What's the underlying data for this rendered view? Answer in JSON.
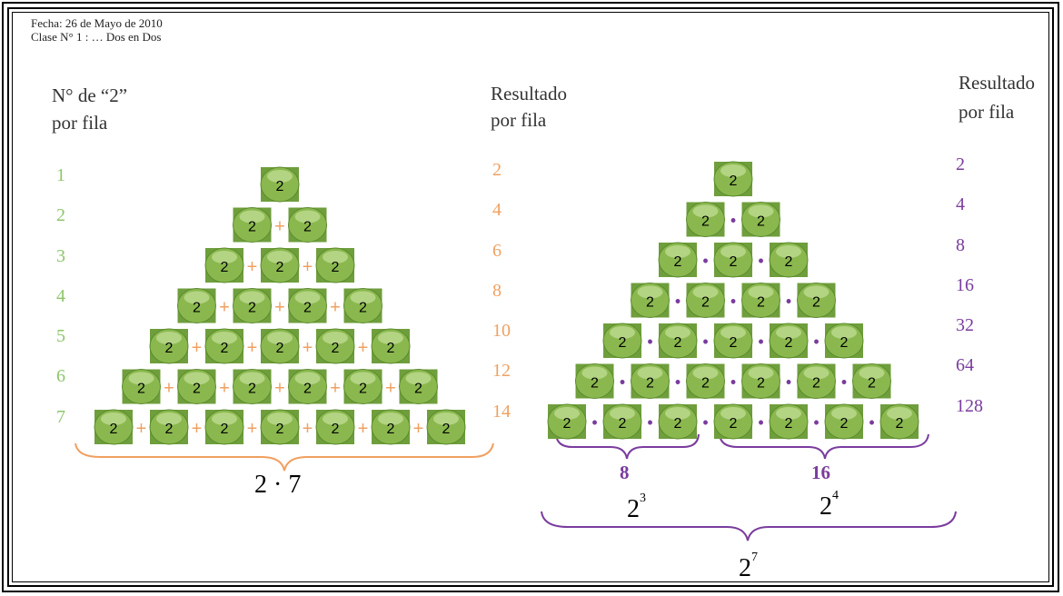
{
  "header": {
    "date": "Fecha: 26 de Mayo de 2010",
    "class": "Clase N° 1 :  … Dos en Dos"
  },
  "left_panel": {
    "count_label_line1": "N° de “2”",
    "count_label_line2": "por fila",
    "result_label_line1": "Resultado",
    "result_label_line2": "por fila",
    "row_counts": [
      "1",
      "2",
      "3",
      "4",
      "5",
      "6",
      "7"
    ],
    "row_results": [
      "2",
      "4",
      "6",
      "8",
      "10",
      "12",
      "14"
    ],
    "ball_value": "2",
    "operator": "+",
    "expression": "2 · 7"
  },
  "right_panel": {
    "result_label_line1": "Resultado",
    "result_label_line2": "por fila",
    "row_results": [
      "2",
      "4",
      "8",
      "16",
      "32",
      "64",
      "128"
    ],
    "ball_value": "2",
    "operator": "•",
    "group1_value": "8",
    "group2_value": "16",
    "group1_base": "2",
    "group1_exp": "3",
    "group2_base": "2",
    "group2_exp": "4",
    "total_base": "2",
    "total_exp": "7"
  },
  "colors": {
    "green_text": "#8dc66a",
    "orange": "#f0a060",
    "purple": "#7a3c9e",
    "ball_fill": "#8ab84e",
    "ball_square": "#6f9e3c"
  }
}
